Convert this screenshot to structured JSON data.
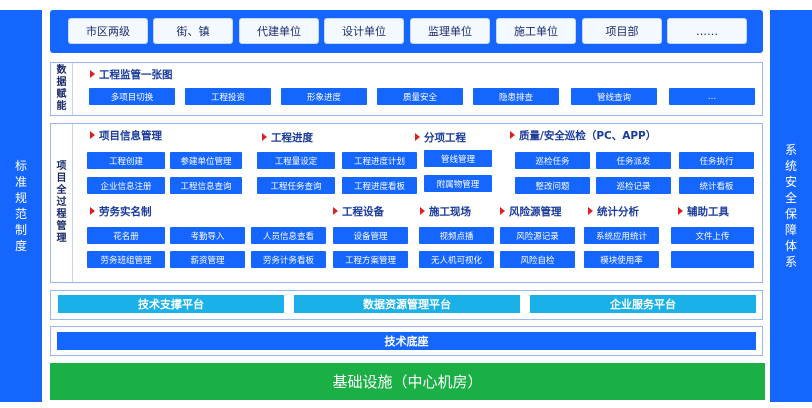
{
  "left_side": "标准规范制度",
  "right_side": "系统安全保障体系",
  "top_nav": [
    "市区两级",
    "街、镇",
    "代建单位",
    "设计单位",
    "监理单位",
    "施工单位",
    "项目部",
    "……"
  ],
  "data_section": {
    "label": "数据赋能",
    "title": "工程监管一张图",
    "buttons": [
      "多项目切换",
      "工程投资",
      "形象进度",
      "质量安全",
      "隐患排查",
      "管线查询",
      "…"
    ]
  },
  "lifecycle": {
    "label": "项目全过程管理",
    "groups": [
      {
        "title": "项目信息管理",
        "items": [
          "工程创建",
          "参建单位管理",
          "企业信息注册",
          "工程信息查询"
        ]
      },
      {
        "title": "工程进度",
        "items": [
          "工程量设定",
          "工程进度计划",
          "工程任务查询",
          "工程进度看板"
        ]
      },
      {
        "title": "分项工程",
        "items": [
          "管线管理",
          "附属物管理"
        ]
      },
      {
        "title": "质量/安全巡检（PC、APP）",
        "items": [
          "巡检任务",
          "任务派发",
          "任务执行",
          "整改问题",
          "巡检记录",
          "统计看板"
        ]
      },
      {
        "title": "劳务实名制",
        "items": [
          "花名册",
          "考勤导入",
          "人员信息查看",
          "劳务班组管理",
          "薪资管理",
          "劳务计务看板"
        ]
      },
      {
        "title": "工程设备",
        "items": [
          "设备管理",
          "工程方案管理"
        ]
      },
      {
        "title": "施工现场",
        "items": [
          "视频点播",
          "无人机可视化"
        ]
      },
      {
        "title": "风险源管理",
        "items": [
          "风险源记录",
          "风险自检"
        ]
      },
      {
        "title": "统计分析",
        "items": [
          "系统应用统计",
          "模块使用率"
        ]
      },
      {
        "title": "辅助工具",
        "items": [
          "文件上传",
          ""
        ]
      }
    ]
  },
  "platforms": [
    "技术支撑平台",
    "数据资源管理平台",
    "企业服务平台"
  ],
  "tech_base": "技术底座",
  "infrastructure": "基础设施（中心机房）"
}
